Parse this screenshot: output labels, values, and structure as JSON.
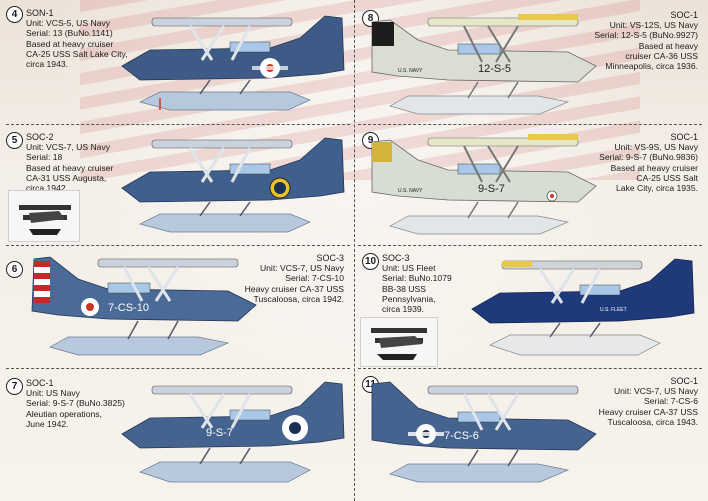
{
  "panels": [
    {
      "number": "4",
      "type": "SON-1",
      "lines": [
        "Unit: VCS-5, US Navy",
        "Serial: 13 (BuNo.1141)",
        "Based at heavy cruiser",
        "CA-25 USS Salt Lake City,",
        "circa 1943."
      ],
      "fuselage_color": "#3e5a86",
      "float_color": "#b7c8dd",
      "roundel": "star-white-red",
      "marking": ""
    },
    {
      "number": "5",
      "type": "SOC-2",
      "lines": [
        "Unit: VCS-7, US Navy",
        "Serial: 18",
        "Based at heavy cruiser",
        "CA-31 USS Augusta,",
        "circa 1942."
      ],
      "fuselage_color": "#3f5f8c",
      "float_color": "#b8c9de",
      "roundel": "star-yellow",
      "marking": ""
    },
    {
      "number": "6",
      "type": "SOC-3",
      "lines": [
        "Unit: VCS-7, US Navy",
        "Serial: 7-CS-10",
        "Heavy cruiser CA-37 USS",
        "Tuscaloosa, circa 1942."
      ],
      "fuselage_color": "#4a6a98",
      "float_color": "#b8c9de",
      "roundel": "star-red-center",
      "marking": "7-CS-10"
    },
    {
      "number": "7",
      "type": "SOC-1",
      "lines": [
        "Unit: US Navy",
        "Serial: 9-S-7 (BuNo.3825)",
        "Aleutian operations,",
        "June 1942."
      ],
      "fuselage_color": "#45638f",
      "float_color": "#b8c9de",
      "roundel": "star-white",
      "marking": "9-S-7"
    },
    {
      "number": "8",
      "type": "SOC-1",
      "lines": [
        "Unit: VS-12S, US Navy",
        "Serial: 12-S-5 (BuNo.9927)",
        "Based at heavy",
        "cruiser CA-36 USS",
        "Minneapolis, circa 1936."
      ],
      "fuselage_color": "#d9ddd2",
      "float_color": "#e3e6e8",
      "roundel": "",
      "marking": "12-S-5",
      "tail_label": "U.S. NAVY"
    },
    {
      "number": "9",
      "type": "SOC-1",
      "lines": [
        "Unit: VS-9S, US Navy",
        "Serial: 9-S-7 (BuNo.9836)",
        "Based at heavy cruiser",
        "CA-25 USS Salt",
        "Lake City, circa 1935."
      ],
      "fuselage_color": "#d8ddd3",
      "float_color": "#e3e6e8",
      "roundel": "",
      "marking": "9-S-7",
      "tail_label": "U.S. NAVY"
    },
    {
      "number": "10",
      "type": "SOC-3",
      "lines": [
        "Unit: US Fleet",
        "Serial: BuNo.1079",
        "BB-38 USS",
        "Pennsylvania,",
        "circa 1939."
      ],
      "fuselage_color": "#1f3a7a",
      "float_color": "#e6e8ea",
      "roundel": "",
      "marking": "U.S. FLEET"
    },
    {
      "number": "11",
      "type": "SOC-1",
      "lines": [
        "Unit: VCS-7, US Navy",
        "Serial: 7-CS-6",
        "Heavy cruiser CA-37 USS",
        "Tuscaloosa, circa 1943."
      ],
      "fuselage_color": "#45638f",
      "float_color": "#b8c9de",
      "roundel": "star-white",
      "marking": "7-CS-6"
    }
  ]
}
